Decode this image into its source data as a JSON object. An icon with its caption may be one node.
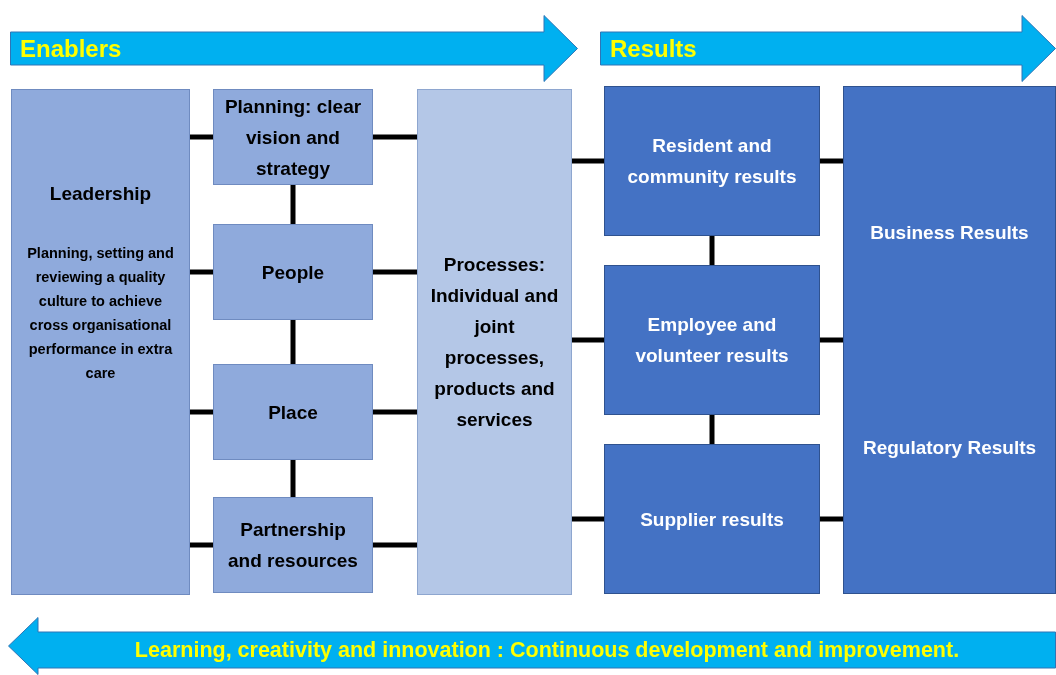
{
  "diagram": {
    "nodes": [
      {
        "text": [
          "Enablers"
        ]
      },
      {
        "text": [
          "Results"
        ]
      },
      {
        "text": [
          "Leadership",
          "Planning, setting and reviewing a quality culture to achieve cross organisational performance in extra care"
        ]
      },
      {
        "text": [
          "Planning: clear vision and strategy"
        ]
      },
      {
        "text": [
          "People"
        ]
      },
      {
        "text": [
          "Place"
        ]
      },
      {
        "text": [
          "Partnership and resources"
        ]
      },
      {
        "text": [
          "Processes: Individual and joint processes, products and services"
        ]
      },
      {
        "text": [
          "Resident and community results"
        ]
      },
      {
        "text": [
          "Employee and volunteer results"
        ]
      },
      {
        "text": [
          "Supplier results"
        ]
      },
      {
        "text": [
          "Business Results",
          "Regulatory Results"
        ]
      },
      {
        "text": [
          "Learning, creativity and innovation : Continuous development and improvement."
        ]
      }
    ],
    "edges": [
      {
        "from": 2,
        "to": 3,
        "arrow": "none"
      },
      {
        "from": 2,
        "to": 4,
        "arrow": "none"
      },
      {
        "from": 2,
        "to": 5,
        "arrow": "none"
      },
      {
        "from": 2,
        "to": 6,
        "arrow": "none"
      },
      {
        "from": 3,
        "to": 4,
        "arrow": "none"
      },
      {
        "from": 4,
        "to": 5,
        "arrow": "none"
      },
      {
        "from": 5,
        "to": 6,
        "arrow": "none"
      },
      {
        "from": 3,
        "to": 7,
        "arrow": "none"
      },
      {
        "from": 4,
        "to": 7,
        "arrow": "none"
      },
      {
        "from": 5,
        "to": 7,
        "arrow": "none"
      },
      {
        "from": 6,
        "to": 7,
        "arrow": "none"
      },
      {
        "from": 7,
        "to": 8,
        "arrow": "none"
      },
      {
        "from": 7,
        "to": 9,
        "arrow": "none"
      },
      {
        "from": 7,
        "to": 10,
        "arrow": "none"
      },
      {
        "from": 8,
        "to": 9,
        "arrow": "none"
      },
      {
        "from": 9,
        "to": 10,
        "arrow": "none"
      },
      {
        "from": 8,
        "to": 11,
        "arrow": "none"
      },
      {
        "from": 9,
        "to": 11,
        "arrow": "none"
      },
      {
        "from": 10,
        "to": 11,
        "arrow": "none"
      }
    ]
  }
}
